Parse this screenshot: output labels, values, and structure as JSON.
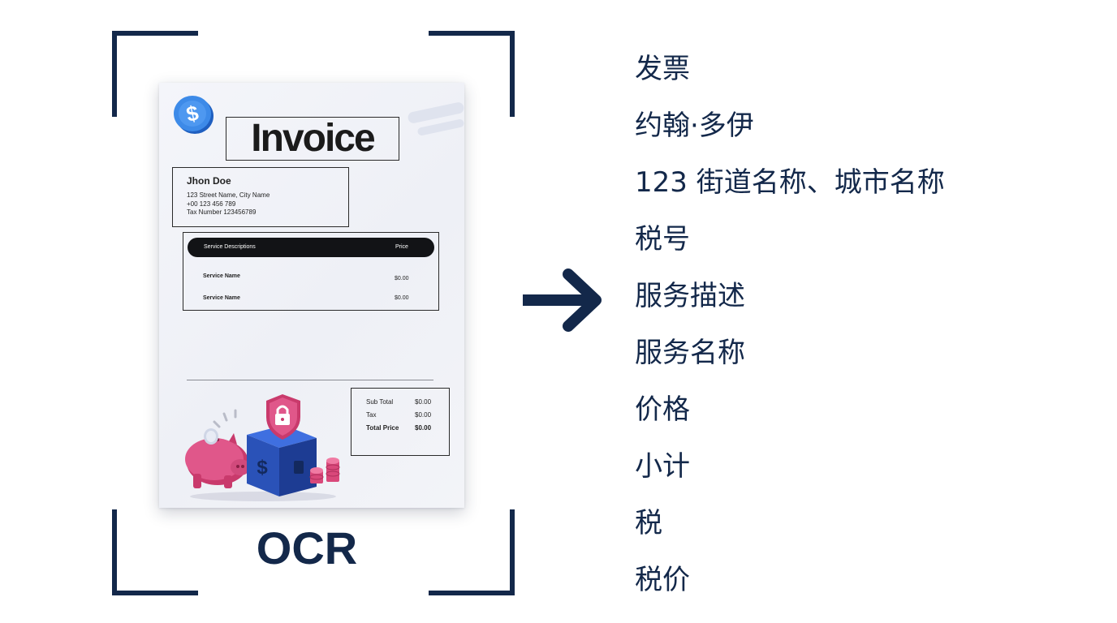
{
  "colors": {
    "navy": "#13284a",
    "coin_blue": "#2f7de0",
    "pig_pink": "#d9487a",
    "safe_blue": "#2a52b8",
    "ink": "#1b1b1b"
  },
  "invoice": {
    "title": "Invoice",
    "customer": {
      "name": "Jhon Doe",
      "address": "123 Street Name, City Name",
      "phone": "+00 123 456 789",
      "tax_number": "Tax Number 123456789"
    },
    "table": {
      "header_description": "Service Descriptions",
      "header_price": "Price",
      "rows": [
        {
          "name": "Service Name",
          "price": "$0.00"
        },
        {
          "name": "Service Name",
          "price": "$0.00"
        }
      ]
    },
    "totals": [
      {
        "label": "Sub Total",
        "value": "$0.00"
      },
      {
        "label": "Tax",
        "value": "$0.00"
      },
      {
        "label": "Total Price",
        "value": "$0.00"
      }
    ],
    "icons": [
      "dollar-coin-icon",
      "piggy-bank-icon",
      "safe-lock-icon",
      "coin-stack-icon"
    ]
  },
  "ocr_label": "OCR",
  "arrow_icon": "right-arrow-icon",
  "extracted_text": [
    "发票",
    "约翰·多伊",
    "123 街道名称、城市名称",
    "税号",
    "服务描述",
    "服务名称",
    "价格",
    "小计",
    "税",
    "税价"
  ]
}
